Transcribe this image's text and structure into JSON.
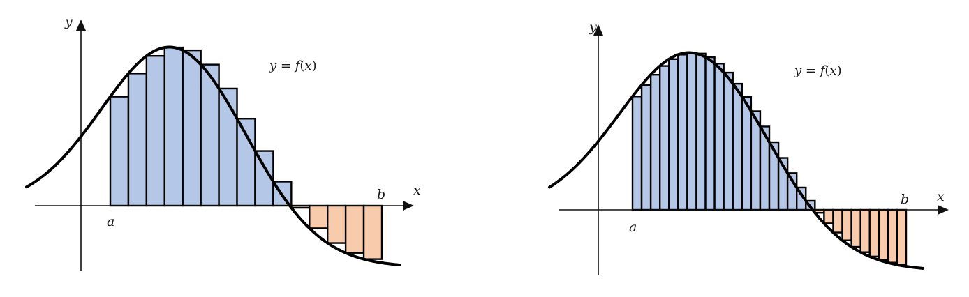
{
  "figure": {
    "colors": {
      "positive_fill": "#b4c7e7",
      "negative_fill": "#f8cbad",
      "stroke": "#000000",
      "axis": "#111111"
    },
    "panels": [
      {
        "id": "left",
        "rectangles": 15,
        "labels": {
          "x_axis": "x",
          "y_axis": "y",
          "a": "a",
          "b": "b",
          "equation": "y = f(x)"
        },
        "equation_parts": {
          "lhs": "y",
          "eq": " = ",
          "fn": "f",
          "open": "(",
          "arg": "x",
          "close": ")"
        }
      },
      {
        "id": "right",
        "rectangles": 30,
        "labels": {
          "x_axis": "x",
          "y_axis": "y",
          "a": "a",
          "b": "b",
          "equation": "y = f(x)"
        },
        "equation_parts": {
          "lhs": "y",
          "eq": " = ",
          "fn": "f",
          "open": "(",
          "arg": "x",
          "close": ")"
        }
      }
    ]
  }
}
